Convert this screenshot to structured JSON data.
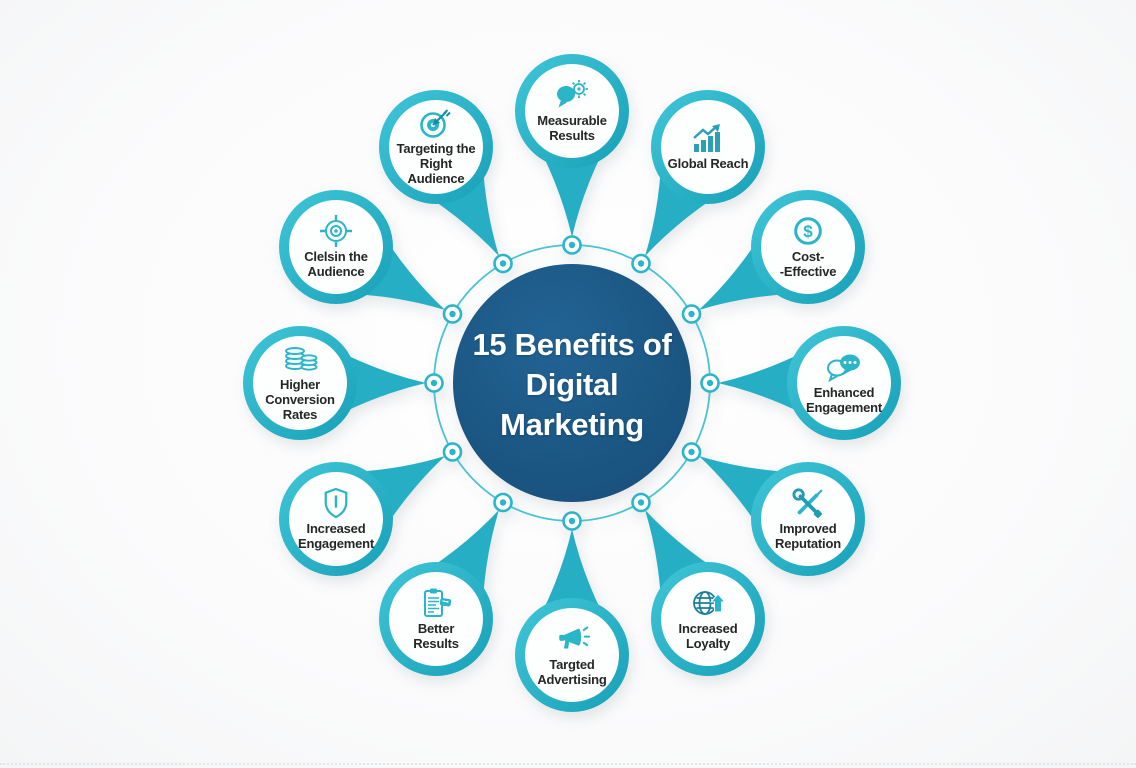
{
  "title": {
    "text": "15 Benefits of\nDigital\nMarketing"
  },
  "colors": {
    "teal": "#2ab5c9",
    "teal_dark": "#1b94ab",
    "center_blue": "#1a547e",
    "label_text": "#262626",
    "background": "#fbfbfc"
  },
  "nodes": [
    {
      "label": "Measurable\nResults",
      "icon": "chat-gear-icon"
    },
    {
      "label": "Targeting the\nRight\nAudience",
      "icon": "target-dart-icon"
    },
    {
      "label": "Global Reach",
      "icon": "bar-chart-growth-icon"
    },
    {
      "label": "Clelsin the\nAudience",
      "icon": "crosshair-target-icon"
    },
    {
      "label": "Cost-\n-Effective",
      "icon": "dollar-coin-icon"
    },
    {
      "label": "Higher\nConversion\nRates",
      "icon": "coin-stacks-icon"
    },
    {
      "label": "Enhanced\nEngagement",
      "icon": "chat-bubbles-icon"
    },
    {
      "label": "Increased\nEngagement",
      "icon": "shield-icon"
    },
    {
      "label": "Improved\nReputation",
      "icon": "crossed-tools-icon"
    },
    {
      "label": "Better\nResults",
      "icon": "clipboard-checklist-icon"
    },
    {
      "label": "Increased\nLoyalty",
      "icon": "globe-growth-icon"
    },
    {
      "label": "Targted\nAdvertising",
      "icon": "megaphone-icon"
    }
  ]
}
